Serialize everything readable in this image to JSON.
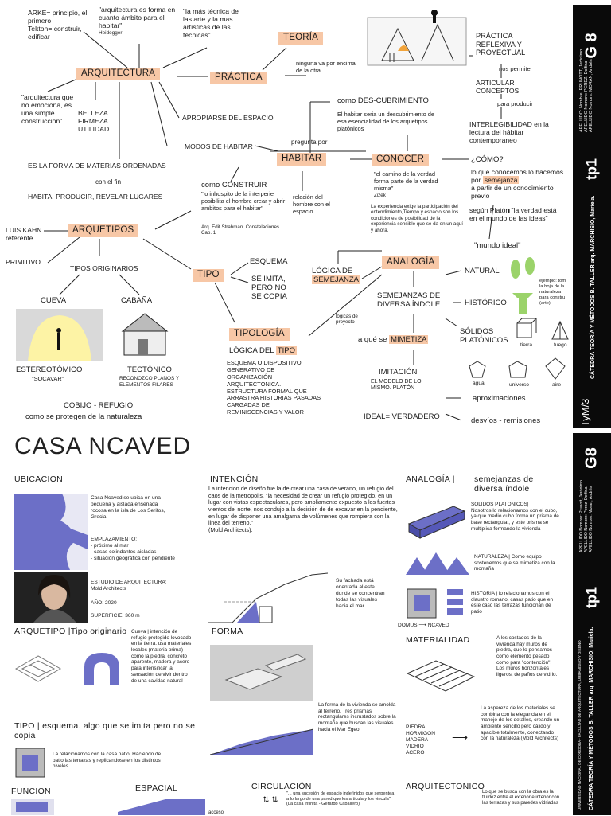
{
  "map": {
    "arquitectura": "ARQUITECTURA",
    "arke": "ARKE= principio, el primero\nTekton= construir, edificar",
    "forma_ambito": "\"arquitectura es forma en cuanto ámbito para el habitar\"",
    "heidegger": "Heidegger",
    "tecnica": "\"la más técnica de las arte y la mas artísticas de las técnicas\"",
    "no_emociona": "\"arquitectura que no emociona, es una simple construccion\"",
    "belleza": "BELLEZA\nFIRMEZA\nUTILIDAD",
    "apropiarse": "APROPIARSE DEL ESPACIO",
    "modos": "MODOS DE HABITAR",
    "forma_materias": "ES LA FORMA DE MATERIAS ORDENADAS",
    "con_fin": "con el fin",
    "habita": "HABITA, PRODUCIR, REVELAR LUGARES",
    "teoria": "TEORÍA",
    "practica": "PRÁCTICA",
    "ninguna": "ninguna va por encima de la otra",
    "practica_reflexiva": "PRÁCTICA REFLEXIVA Y PROYECTUAL",
    "nos_permite": "nos permite",
    "articular": "ARTICULAR CONCEPTOS",
    "para_producir": "para producir",
    "interlegibilidad": "INTERLEGIBILIDAD en la lectura del hábitar contemporaneo",
    "descubrimiento": "como DES-CUBRIMIENTO",
    "habitar_desc": "El habitar seria un descubrimiento de esa esencialidad de los arquetipos platónicos",
    "pregunta": "pregunta por",
    "habitar": "HABITAR",
    "como_construir": "como CONSTRUIR",
    "inhospito": "\"lo inhospito de la interperie posibilita el hombre crear y abrir ambitos para el habitar\"",
    "strahman": "Arq. Edit Strahman. Constelaciones. Cap. 1",
    "relacion": "relación del hombre con el espacio",
    "conocer": "CONOCER",
    "camino": "\"el camino de la verdad forma parte de la verdad misma\"",
    "zizek": "Zizek",
    "experiencia": "La experiencia exige la participación del entendimiento,Tiempo y espacio son los condiciones de posibilidad de la experiencia sensible que se da en un aquí y ahora.",
    "como": "¿CÓMO?",
    "lo_que": "lo que conocemos lo hacemos por",
    "semejanza": "semejanza",
    "a_partir": "a partir de un conocimiento previo",
    "platon": "según Platón \"la verdad está en el mundo de las ideas\"",
    "mundo_ideal": "\"mundo ideal\"",
    "luis_kahn": "LUIS KAHN\nreferente",
    "arquetipos": "ARQUETIPOS",
    "primitivo": "PRIMITIVO",
    "tipos_originarios": "TIPOS ORIGINARIOS",
    "cueva": "CUEVA",
    "cabana": "CABAÑA",
    "estereotomico": "ESTEREOTÓMICO",
    "socavar": "\"SOCAVAR\"",
    "tectonico": "TECTÓNICO",
    "reconozco": "RECONOZCO PLANOS Y ELEMENTOS FILARES",
    "cobijo": "COBIJO - REFUGIO",
    "protegen": "como se protegen de la naturaleza",
    "tipo": "TIPO",
    "esquema": "ESQUEMA",
    "se_imita": "SE IMITA,\nPERO NO\nSE COPIA",
    "tipologia": "TIPOLOGÍA",
    "logica_del": "LÓGICA DEL",
    "tipo_word": "TIPO",
    "esquema_desc": "ESQUEMA O DISPOSITIVO GENERATIVO DE ORGANIZACIÓN ARQUITECTÓNICA. ESTRUCTURA FORMAL QUE ARRASTRA HISTORIAS PASADAS CARGADAS DE REMINISCENCIAS Y VALOR",
    "logica_de": "LÓGICA DE",
    "semejanza_word": "SEMEJANZA",
    "logicas_proyecto": "lógicas de proyecto",
    "analogia": "ANALOGÍA",
    "semejanzas": "SEMEJANZAS DE DIVERSA ÍNDOLE",
    "natural": "NATURAL",
    "historico": "HISTÓRICO",
    "solidos": "SÓLIDOS PLATÓNICOS",
    "ejemplo": "ejemplo: tom la hoja de la naturaleza para constru (arte)",
    "a_que": "a qué se",
    "mimetiza": "MIMETIZA",
    "imitacion": "IMITACIÓN",
    "modelo": "EL MODELO DE LO MISMO.    PLATÓN",
    "ideal": "IDEAL= VERDADERO",
    "aproximaciones": "aproximaciones",
    "desvios": "desvíos - remisiones",
    "tierra": "tierra",
    "fuego": "fuego",
    "agua": "agua",
    "universo": "universo",
    "aire": "aire"
  },
  "side_top": {
    "group": "G 8",
    "tp": "tp1",
    "logo": "TyM/3",
    "catedra": "CÁTEDRA TEORÍA Y MÉTODOS B. TALLER  arq. MARCHISIO, Mariela.",
    "apellidos": "APELLIDO: Nombre: PRUNOTT, Jerónimo\nAPELLIDO Nombre: PEREZ, Delfina\nAPELLIDO Nombre: MORAN, Andrés"
  },
  "casa": {
    "title": "CASA NCAVED",
    "ubicacion": "UBICACION",
    "ubic_text": "Casa Ncaved se ubica en una pequeña y aislada ensenada rocosa en la isla de Los Serifos, Grecia.",
    "emplaz": "EMPLAZAMIENTO:\n- próximo al mar\n- casas colindantes aisladas\n- situación geográfica con pendiente",
    "estudio": "ESTUDIO DE ARQUITECTURA: Mold Architects",
    "ano": "AÑO: 2020",
    "superficie": "SUPERFICIE: 360 m",
    "intencion": "INTENCIÓN",
    "intencion_text": "La intencion de diseño fue la de crear una casa de verano, un refugio del caos de la metropolis. \"la necesidad de crear un refugio protegido, en un lugar con vistas espectaculares, pero ampliamente expuesto a los fuertes vientos del norte, nos condujo a la decisión de de excavar en la pendiente, en lugar de disponer una amalgama de volúmenes que rompiera con la linea del terreno.\"\n(Mold Architects).",
    "fachada": "Su fachada está orientada al este donde se concentran todas las visuales hacia el mar",
    "arquetipo": "ARQUETIPO |Tipo originario",
    "cueva_text": "Cueva | intención de refugio protegido lovocado en la tierra. usa materiales locales (materia prima) como la piedra, concreto aparente, madera y acero para intensificar la sensación de vivir dentro de una cavidad natural",
    "forma": "FORMA",
    "forma_text": "La forma de la vivienda se amolda al terreno. Tres prismas rectangulares incrustados sobre la montaña que buscan las visuales hacia el Mar Egeo",
    "tipo_head": "TIPO | esquema. algo que se imita pero no se copia",
    "tipo_text": "La relacionamos con la casa patio. Haciendo de patio las terrazas y replicandose en los distintos niveles",
    "funcion": "FUNCION",
    "espacial": "ESPACIAL",
    "circulacion": "CIRCULACIÓN",
    "circ_text": "\"... una sucesión de espacio indefinidos que serpentea a lo largo de una pared que los articula y los vincula\" (La casa infinita - Gerardo Caballero)",
    "acceso": "acceso",
    "analogia": "ANALOGÍA |",
    "semejanzas": "semejanzas de diversa índole",
    "solidos_text": "SOLIDOS PLATONICOS|\nNosotros lo relacionamos con el cubo, ya que medio cubo forma un prisma de base rectangular, y este prisma se multiplica formando la vivienda",
    "naturaleza_text": "NATURALEZA | Como equipo sostenemos que se mimetiza con la montaña",
    "historia_text": "HISTORIA | lo relacionamos con el claustro romano, casas patio que en este caso las terrazas funcionan de patio",
    "domus": "DOMUS",
    "ncaved": "NCAVED",
    "materialidad": "MATERIALIDAD",
    "mat_text1": "A los costados de la vivienda hay muros de piedra, que lo pensamos como elemento pesado como para \"contención\". Los muros horizontales ligeros, de paños de vidrio.",
    "mat_text2": "La aspereza de los materiales se combina con la elegancia en el manejo de los detalles, creando un ambiente sencillo pero cálido y apacible totalmente, conectando con la naturaleza (Mold Architects)",
    "materiales": "PIEDRA\nHORMIGON\nMADERA\nVIDRIO\nACERO",
    "arquitectonico": "ARQUITECTONICO",
    "arq_text": "Lo que se busca con la obra es la fluidez entre el exterior e interior con las terrazas y sus paredes vidriadas"
  },
  "side_bottom": {
    "group": "G8",
    "tp": "tp1",
    "catedra": "CÁTEDRA TEORÍA Y MÉTODOS B. TALLER arq. MARCHISIO, Mariela.",
    "apellidos": "APELLIDO Nombre: Prunott, Jerónimo\nAPELLIDO Nombre: Perez, Delfina\nAPELLIDO Nombre: Moran, Andrés",
    "universidad": "UNIVERSIDAD NACIONAL DE CÓRDOBA - FACULTAD DE ARQUITECTURA, URBANISMO Y DISEÑO"
  },
  "colors": {
    "highlight": "#f7c7a6",
    "accent_blue": "#6c6fc7",
    "sidebar": "#0a0a0a"
  }
}
